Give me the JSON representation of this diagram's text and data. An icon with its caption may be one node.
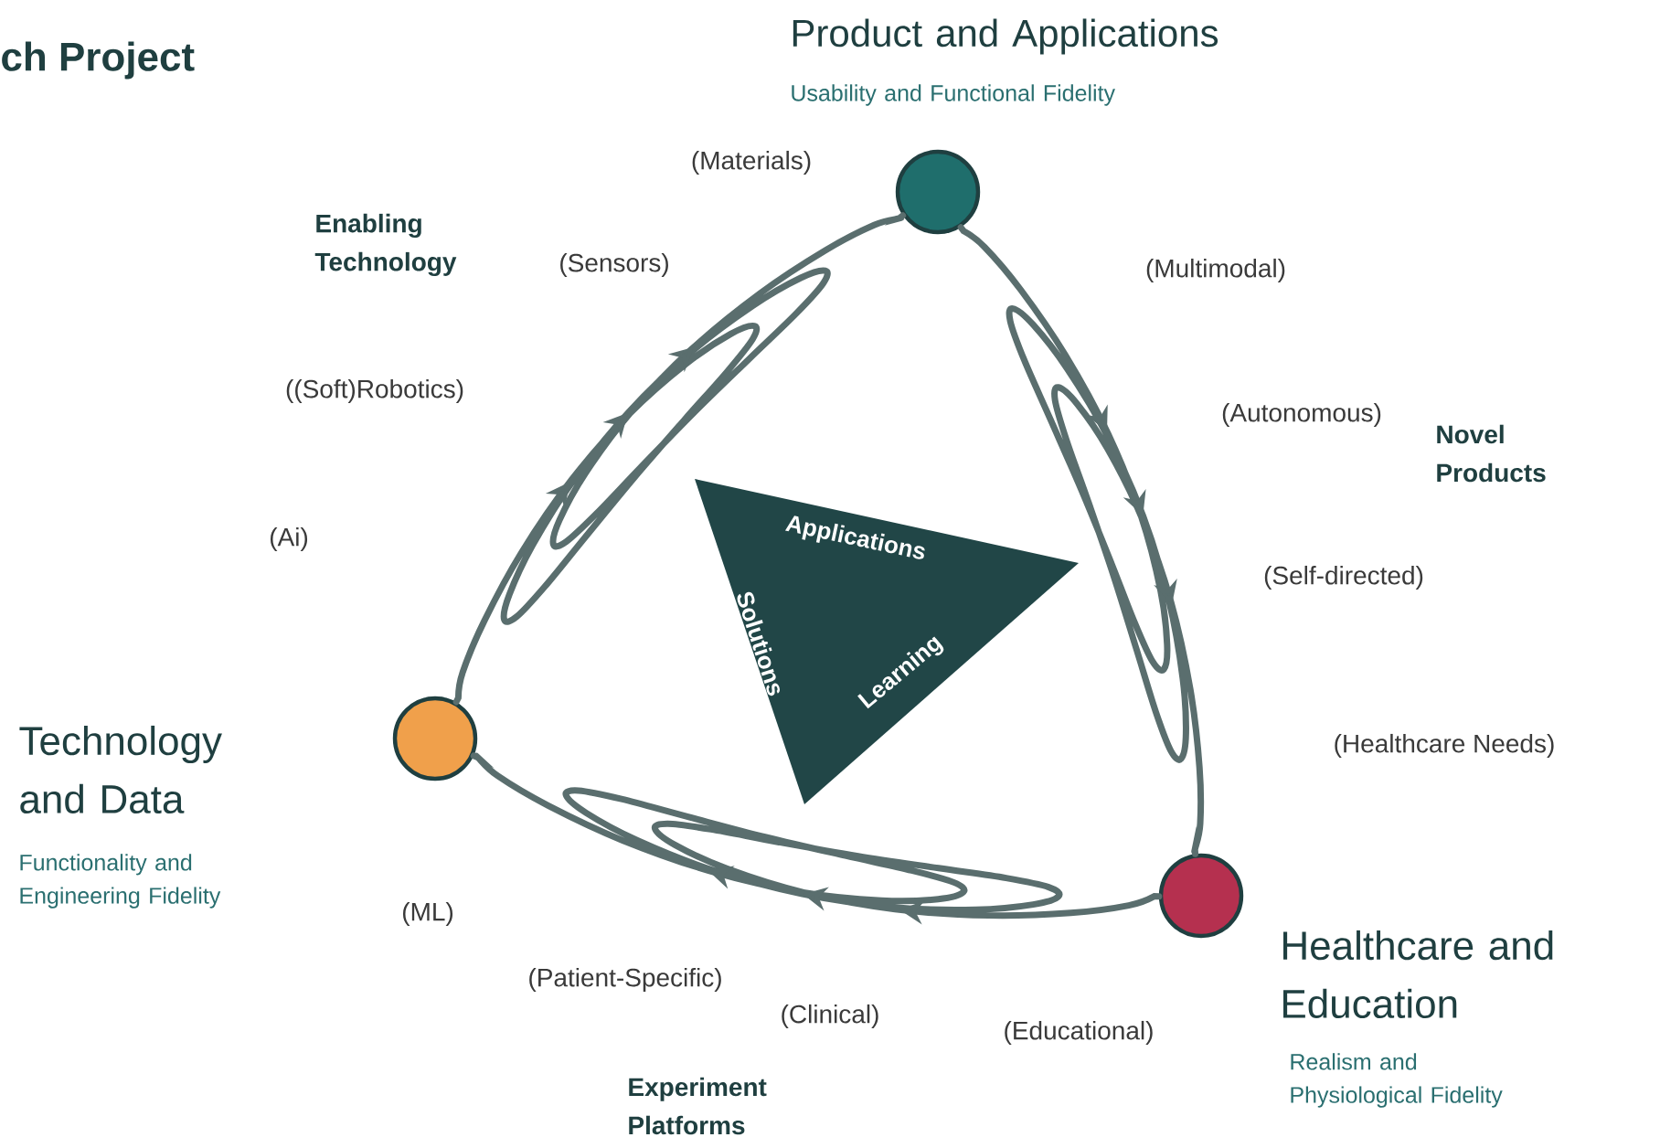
{
  "diagram": {
    "title": "ch Project",
    "nodes": [
      {
        "text": [],
        "shape": "circle",
        "beside": [
          "Product and Applications",
          "Usability and Functional Fidelity"
        ]
      },
      {
        "text": [],
        "shape": "circle",
        "beside": [
          "Technology and Data",
          "Functionality and Engineering Fidelity"
        ]
      },
      {
        "text": [],
        "shape": "circle",
        "beside": [
          "Healthcare and Education",
          "Realism and Physiological Fidelity"
        ]
      },
      {
        "text": [
          "Applications",
          "Solutions",
          "Learning"
        ]
      }
    ],
    "edges": [
      {
        "from": 1,
        "to": 0,
        "arrow": "to"
      },
      {
        "from": 0,
        "to": 2,
        "arrow": "to"
      },
      {
        "from": 2,
        "to": 1,
        "arrow": "to"
      }
    ],
    "labels": [
      "(Materials)",
      "Enabling Technology",
      "(Sensors)",
      "(Multimodal)",
      "((Soft)Robotics)",
      "(Autonomous)",
      "Novel Products",
      "(Ai)",
      "(Self-directed)",
      "(Healthcare Needs)",
      "(ML)",
      "(Patient-Specific)",
      "(Clinical)",
      "(Educational)",
      "Experiment Platforms"
    ]
  }
}
